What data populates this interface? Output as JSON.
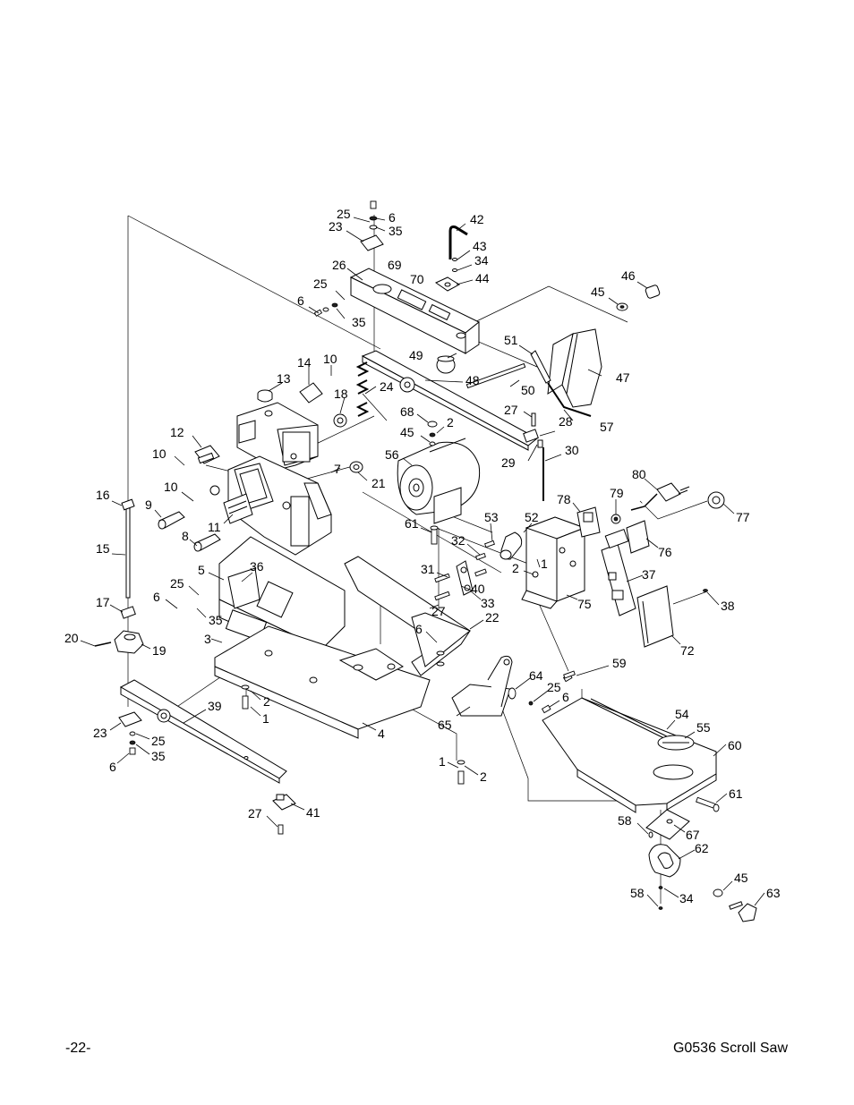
{
  "page": {
    "page_number": "-22-",
    "product_title": "G0536 Scroll Saw"
  },
  "callouts": [
    {
      "id": "c1",
      "text": "25"
    },
    {
      "id": "c2",
      "text": "6"
    },
    {
      "id": "c3",
      "text": "23"
    },
    {
      "id": "c4",
      "text": "35"
    },
    {
      "id": "c5",
      "text": "42"
    },
    {
      "id": "c6",
      "text": "43"
    },
    {
      "id": "c7",
      "text": "34"
    },
    {
      "id": "c8",
      "text": "26"
    },
    {
      "id": "c9",
      "text": "69"
    },
    {
      "id": "c10",
      "text": "44"
    },
    {
      "id": "c11",
      "text": "46"
    },
    {
      "id": "c12",
      "text": "70"
    },
    {
      "id": "c13",
      "text": "25"
    },
    {
      "id": "c14",
      "text": "45"
    },
    {
      "id": "c15",
      "text": "6"
    },
    {
      "id": "c16",
      "text": "35"
    },
    {
      "id": "c17",
      "text": "51"
    },
    {
      "id": "c18",
      "text": "14"
    },
    {
      "id": "c19",
      "text": "10"
    },
    {
      "id": "c20",
      "text": "49"
    },
    {
      "id": "c21",
      "text": "13"
    },
    {
      "id": "c22",
      "text": "48"
    },
    {
      "id": "c23",
      "text": "47"
    },
    {
      "id": "c24",
      "text": "24"
    },
    {
      "id": "c25",
      "text": "18"
    },
    {
      "id": "c26",
      "text": "50"
    },
    {
      "id": "c27",
      "text": "57"
    },
    {
      "id": "c28",
      "text": "68"
    },
    {
      "id": "c29",
      "text": "2"
    },
    {
      "id": "c30",
      "text": "27"
    },
    {
      "id": "c31",
      "text": "28"
    },
    {
      "id": "c32",
      "text": "12"
    },
    {
      "id": "c33",
      "text": "45"
    },
    {
      "id": "c34",
      "text": "10"
    },
    {
      "id": "c35",
      "text": "56"
    },
    {
      "id": "c36",
      "text": "29"
    },
    {
      "id": "c37",
      "text": "30"
    },
    {
      "id": "c38",
      "text": "7"
    },
    {
      "id": "c39",
      "text": "21"
    },
    {
      "id": "c40",
      "text": "80"
    },
    {
      "id": "c41",
      "text": "16"
    },
    {
      "id": "c42",
      "text": "10"
    },
    {
      "id": "c43",
      "text": "9"
    },
    {
      "id": "c44",
      "text": "11"
    },
    {
      "id": "c45",
      "text": "78"
    },
    {
      "id": "c46",
      "text": "79"
    },
    {
      "id": "c47",
      "text": "77"
    },
    {
      "id": "c48",
      "text": "61"
    },
    {
      "id": "c49",
      "text": "53"
    },
    {
      "id": "c50",
      "text": "52"
    },
    {
      "id": "c51",
      "text": "8"
    },
    {
      "id": "c52",
      "text": "32"
    },
    {
      "id": "c53",
      "text": "76"
    },
    {
      "id": "c54",
      "text": "15"
    },
    {
      "id": "c55",
      "text": "5"
    },
    {
      "id": "c56",
      "text": "36"
    },
    {
      "id": "c57",
      "text": "1"
    },
    {
      "id": "c58",
      "text": "31"
    },
    {
      "id": "c59",
      "text": "2"
    },
    {
      "id": "c60",
      "text": "37"
    },
    {
      "id": "c61",
      "text": "25"
    },
    {
      "id": "c62",
      "text": "40"
    },
    {
      "id": "c63",
      "text": "6"
    },
    {
      "id": "c64",
      "text": "33"
    },
    {
      "id": "c65",
      "text": "75"
    },
    {
      "id": "c66",
      "text": "17"
    },
    {
      "id": "c67",
      "text": "38"
    },
    {
      "id": "c68",
      "text": "35"
    },
    {
      "id": "c69",
      "text": "27"
    },
    {
      "id": "c70",
      "text": "22"
    },
    {
      "id": "c71",
      "text": "20"
    },
    {
      "id": "c72",
      "text": "19"
    },
    {
      "id": "c73",
      "text": "3"
    },
    {
      "id": "c74",
      "text": "6"
    },
    {
      "id": "c75",
      "text": "72"
    },
    {
      "id": "c76",
      "text": "59"
    },
    {
      "id": "c77",
      "text": "64"
    },
    {
      "id": "c78",
      "text": "25"
    },
    {
      "id": "c79",
      "text": "6"
    },
    {
      "id": "c80",
      "text": "2"
    },
    {
      "id": "c81",
      "text": "39"
    },
    {
      "id": "c82",
      "text": "1"
    },
    {
      "id": "c83",
      "text": "54"
    },
    {
      "id": "c84",
      "text": "65"
    },
    {
      "id": "c85",
      "text": "55"
    },
    {
      "id": "c86",
      "text": "23"
    },
    {
      "id": "c87",
      "text": "4"
    },
    {
      "id": "c88",
      "text": "25"
    },
    {
      "id": "c89",
      "text": "60"
    },
    {
      "id": "c90",
      "text": "6"
    },
    {
      "id": "c91",
      "text": "35"
    },
    {
      "id": "c92",
      "text": "1"
    },
    {
      "id": "c93",
      "text": "2"
    },
    {
      "id": "c94",
      "text": "61"
    },
    {
      "id": "c95",
      "text": "27"
    },
    {
      "id": "c96",
      "text": "41"
    },
    {
      "id": "c97",
      "text": "58"
    },
    {
      "id": "c98",
      "text": "67"
    },
    {
      "id": "c99",
      "text": "62"
    },
    {
      "id": "c100",
      "text": "45"
    },
    {
      "id": "c101",
      "text": "63"
    },
    {
      "id": "c102",
      "text": "58"
    },
    {
      "id": "c103",
      "text": "34"
    }
  ]
}
